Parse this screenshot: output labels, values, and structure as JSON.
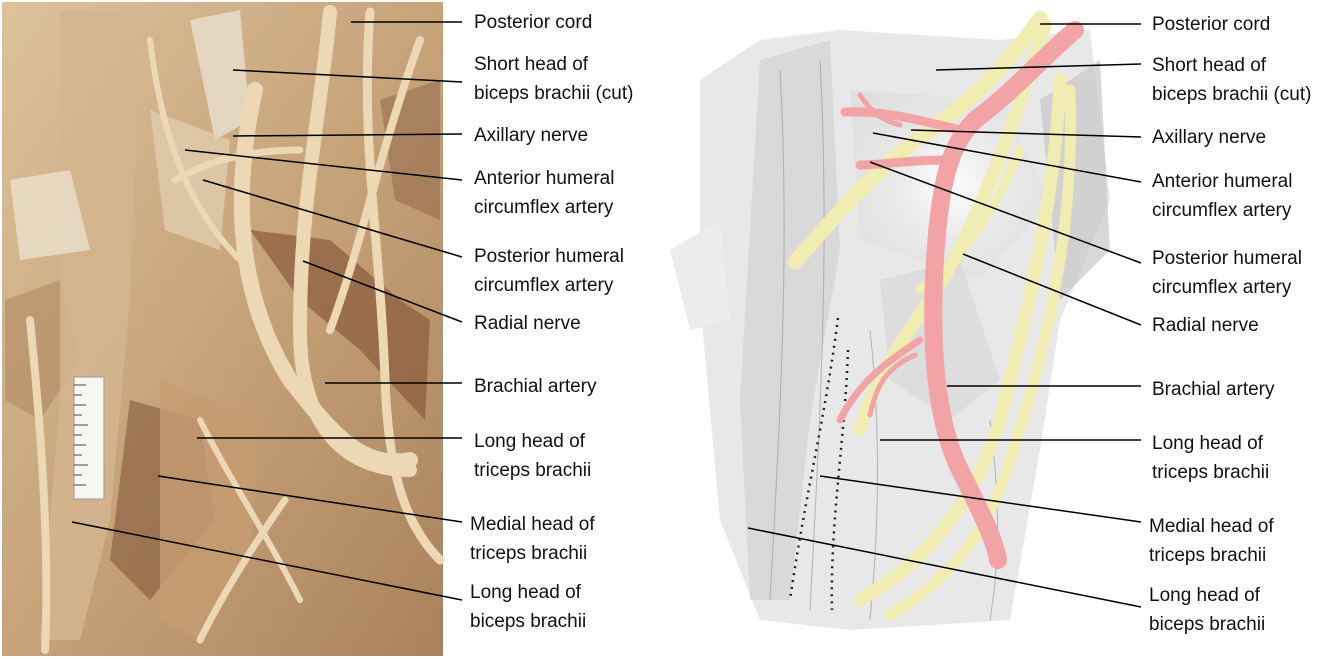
{
  "left_panel": {
    "labels": [
      {
        "lines": [
          "Posterior cord"
        ]
      },
      {
        "lines": [
          "Short head of",
          "biceps brachii (cut)"
        ]
      },
      {
        "lines": [
          "Axillary nerve"
        ]
      },
      {
        "lines": [
          "Anterior humeral",
          "circumflex artery"
        ]
      },
      {
        "lines": [
          "Posterior humeral",
          "circumflex artery"
        ]
      },
      {
        "lines": [
          "Radial nerve"
        ]
      },
      {
        "lines": [
          "Brachial artery"
        ]
      },
      {
        "lines": [
          "Long head of",
          "triceps brachii"
        ]
      },
      {
        "lines": [
          "Medial head of",
          "triceps brachii"
        ]
      },
      {
        "lines": [
          "Long head of",
          "biceps brachii"
        ]
      }
    ]
  },
  "right_panel": {
    "labels": [
      {
        "lines": [
          "Posterior cord"
        ]
      },
      {
        "lines": [
          "Short head of",
          "biceps brachii (cut)"
        ]
      },
      {
        "lines": [
          "Axillary nerve"
        ]
      },
      {
        "lines": [
          "Anterior humeral",
          "circumflex artery"
        ]
      },
      {
        "lines": [
          "Posterior humeral",
          "circumflex artery"
        ]
      },
      {
        "lines": [
          "Radial nerve"
        ]
      },
      {
        "lines": [
          "Brachial artery"
        ]
      },
      {
        "lines": [
          "Long head of",
          "triceps brachii"
        ]
      },
      {
        "lines": [
          "Medial head of",
          "triceps brachii"
        ]
      },
      {
        "lines": [
          "Long head of",
          "biceps brachii"
        ]
      }
    ]
  },
  "colors": {
    "tissue": "#c9a77c",
    "nerve": "#f0ecb2",
    "artery": "#f1a3a6",
    "sketch": "#8f8f8f"
  }
}
